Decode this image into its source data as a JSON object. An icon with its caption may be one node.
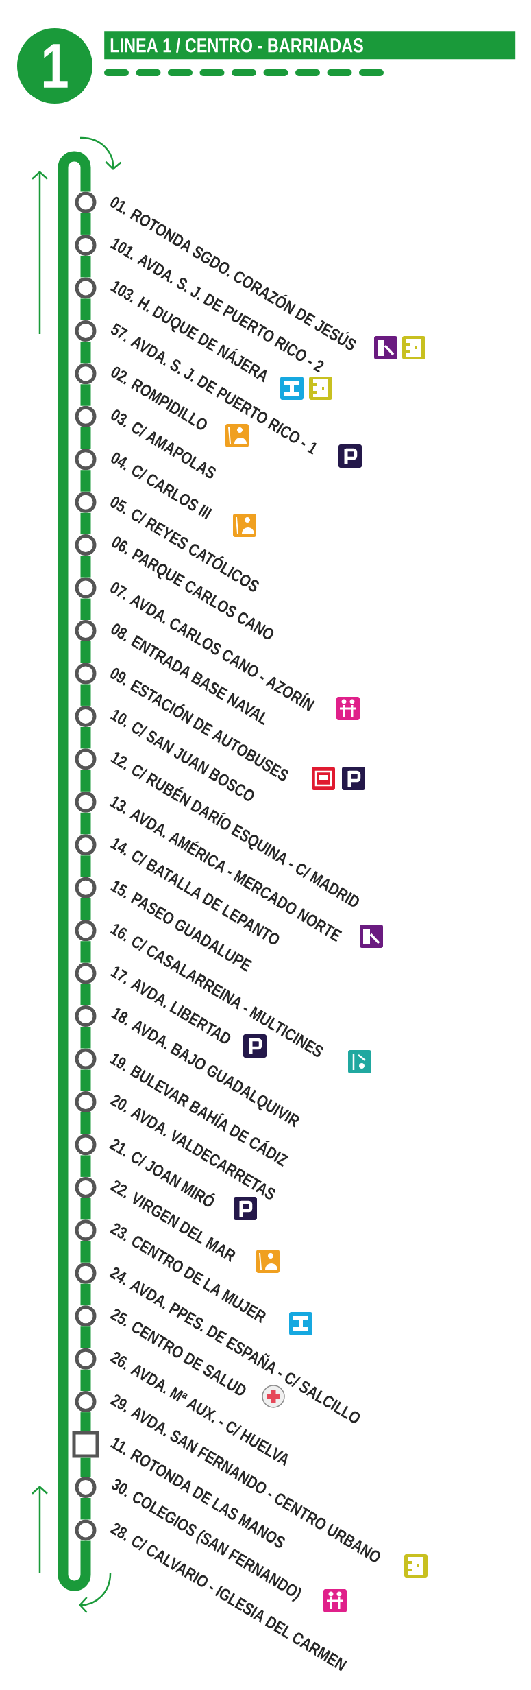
{
  "diagram": {
    "title": "LINEA 1 / CENTRO - BARRIADAS",
    "nodes": [
      {
        "text": [
          "1"
        ]
      },
      {
        "text": [],
        "shape": "circle",
        "beside": [
          "01. ROTONDA SGDO. CORAZÓN DE JESÚS"
        ]
      },
      {
        "text": [],
        "shape": "circle",
        "beside": [
          "101. AVDA. S. J. DE PUERTO RICO - 2"
        ]
      },
      {
        "text": [],
        "shape": "circle",
        "beside": [
          "103. H. DUQUE DE NÁJERA"
        ]
      },
      {
        "text": [],
        "shape": "circle",
        "beside": [
          "57. AVDA. S. J. DE PUERTO RICO - 1"
        ]
      },
      {
        "text": [],
        "shape": "circle",
        "beside": [
          "02. ROMPIDILLO"
        ]
      },
      {
        "text": [],
        "shape": "circle",
        "beside": [
          "03. C/ AMAPOLAS"
        ]
      },
      {
        "text": [],
        "shape": "circle",
        "beside": [
          "04. C/ CARLOS III"
        ]
      },
      {
        "text": [],
        "shape": "circle",
        "beside": [
          "05. C/ REYES CATÓLICOS"
        ]
      },
      {
        "text": [],
        "shape": "circle",
        "beside": [
          "06. PARQUE CARLOS CANO"
        ]
      },
      {
        "text": [],
        "shape": "circle",
        "beside": [
          "07. AVDA. CARLOS CANO - AZORÍN"
        ]
      },
      {
        "text": [],
        "shape": "circle",
        "beside": [
          "08. ENTRADA BASE NAVAL"
        ]
      },
      {
        "text": [],
        "shape": "circle",
        "beside": [
          "09. ESTACIÓN DE AUTOBUSES"
        ]
      },
      {
        "text": [],
        "shape": "circle",
        "beside": [
          "10. C/ SAN JUAN BOSCO"
        ]
      },
      {
        "text": [],
        "shape": "circle",
        "beside": [
          "12. C/ RUBÉN DARÍO ESQUINA - C/ MADRID"
        ]
      },
      {
        "text": [],
        "shape": "circle",
        "beside": [
          "13. AVDA. AMÉRICA - MERCADO NORTE"
        ]
      },
      {
        "text": [],
        "shape": "circle",
        "beside": [
          "14. C/ BATALLA DE LEPANTO"
        ]
      },
      {
        "text": [],
        "shape": "circle",
        "beside": [
          "15. PASEO GUADALUPE"
        ]
      },
      {
        "text": [],
        "shape": "circle",
        "beside": [
          "16. C/ CASALARREINA - MULTICINES"
        ]
      },
      {
        "text": [],
        "shape": "circle",
        "beside": [
          "17. AVDA. LIBERTAD"
        ]
      },
      {
        "text": [],
        "shape": "circle",
        "beside": [
          "18. AVDA. BAJO GUADALQUIVIR"
        ]
      },
      {
        "text": [],
        "shape": "circle",
        "beside": [
          "19. BULEVAR BAHÍA DE CÁDIZ"
        ]
      },
      {
        "text": [],
        "shape": "circle",
        "beside": [
          "20. AVDA. VALDECARRETAS"
        ]
      },
      {
        "text": [],
        "shape": "circle",
        "beside": [
          "21. C/ JOAN MIRÓ"
        ]
      },
      {
        "text": [],
        "shape": "circle",
        "beside": [
          "22. VIRGEN DEL MAR"
        ]
      },
      {
        "text": [],
        "shape": "circle",
        "beside": [
          "23.  CENTRO DE LA MUJER"
        ]
      },
      {
        "text": [],
        "shape": "circle",
        "beside": [
          "24. AVDA. PPES. DE ESPAÑA - C/ SALCILLO"
        ]
      },
      {
        "text": [],
        "shape": "circle",
        "beside": [
          "25. CENTRO DE SALUD"
        ]
      },
      {
        "text": [],
        "shape": "circle",
        "beside": [
          "26. AVDA. Mª AUX. - C/ HUELVA"
        ]
      },
      {
        "text": [],
        "shape": "circle",
        "beside": [
          "29. AVDA. SAN FERNANDO - CENTRO URBANO"
        ]
      },
      {
        "text": [],
        "shape": "box",
        "beside": [
          "11. ROTONDA DE LAS MANOS"
        ]
      },
      {
        "text": [],
        "shape": "circle",
        "beside": [
          "30. COLEGIOS (SAN FERNANDO)"
        ]
      },
      {
        "text": [],
        "shape": "circle",
        "beside": [
          "28. C/ CALVARIO - IGLESIA DEL CARMEN"
        ]
      }
    ],
    "edges": [
      {
        "from": 1,
        "to": 2,
        "arrow": "none"
      },
      {
        "from": 2,
        "to": 3,
        "arrow": "none"
      },
      {
        "from": 3,
        "to": 4,
        "arrow": "none"
      },
      {
        "from": 4,
        "to": 5,
        "arrow": "none"
      },
      {
        "from": 5,
        "to": 6,
        "arrow": "none"
      },
      {
        "from": 6,
        "to": 7,
        "arrow": "none"
      },
      {
        "from": 7,
        "to": 8,
        "arrow": "none"
      },
      {
        "from": 8,
        "to": 9,
        "arrow": "none"
      },
      {
        "from": 9,
        "to": 10,
        "arrow": "none"
      },
      {
        "from": 10,
        "to": 11,
        "arrow": "none"
      },
      {
        "from": 11,
        "to": 12,
        "arrow": "none"
      },
      {
        "from": 12,
        "to": 13,
        "arrow": "none"
      },
      {
        "from": 13,
        "to": 14,
        "arrow": "none"
      },
      {
        "from": 14,
        "to": 15,
        "arrow": "none"
      },
      {
        "from": 15,
        "to": 16,
        "arrow": "none"
      },
      {
        "from": 16,
        "to": 17,
        "arrow": "none"
      },
      {
        "from": 17,
        "to": 18,
        "arrow": "none"
      },
      {
        "from": 18,
        "to": 19,
        "arrow": "none"
      },
      {
        "from": 19,
        "to": 20,
        "arrow": "none"
      },
      {
        "from": 20,
        "to": 21,
        "arrow": "none"
      },
      {
        "from": 21,
        "to": 22,
        "arrow": "none"
      },
      {
        "from": 22,
        "to": 23,
        "arrow": "none"
      },
      {
        "from": 23,
        "to": 24,
        "arrow": "none"
      },
      {
        "from": 24,
        "to": 25,
        "arrow": "none"
      },
      {
        "from": 25,
        "to": 26,
        "arrow": "none"
      },
      {
        "from": 26,
        "to": 27,
        "arrow": "none"
      },
      {
        "from": 27,
        "to": 28,
        "arrow": "none"
      },
      {
        "from": 28,
        "to": 29,
        "arrow": "none"
      },
      {
        "from": 29,
        "to": 30,
        "arrow": "none"
      },
      {
        "from": 30,
        "to": 31,
        "arrow": "none"
      },
      {
        "from": 31,
        "to": 32,
        "arrow": "none"
      },
      {
        "from": 32,
        "to": 1,
        "arrow": "none"
      }
    ]
  }
}
